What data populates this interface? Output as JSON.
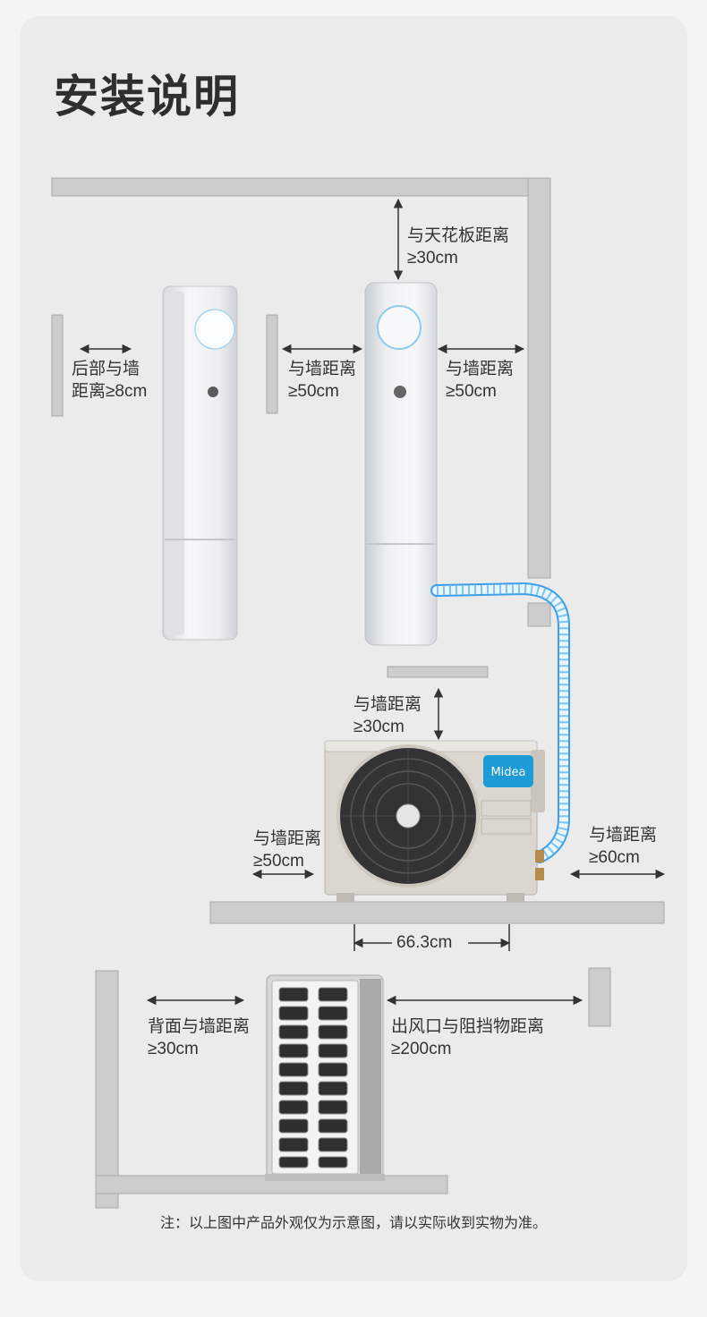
{
  "title": "安装说明",
  "indoor": {
    "rear_wall": {
      "line1": "后部与墙",
      "line2": "距离≥8cm"
    },
    "left_wall": {
      "line1": "与墙距离",
      "line2": "≥50cm"
    },
    "right_wall": {
      "line1": "与墙距离",
      "line2": "≥50cm"
    },
    "ceiling": {
      "line1": "与天花板距离",
      "line2": "≥30cm"
    }
  },
  "outdoor": {
    "top_wall": {
      "line1": "与墙距离",
      "line2": "≥30cm"
    },
    "left_wall": {
      "line1": "与墙距离",
      "line2": "≥50cm"
    },
    "right_wall": {
      "line1": "与墙距离",
      "line2": "≥60cm"
    },
    "width": "66.3cm",
    "brand": "Midea"
  },
  "top_view": {
    "back_wall": {
      "line1": "背面与墙距离",
      "line2": "≥30cm"
    },
    "outlet": {
      "line1": "出风口与阻挡物距离",
      "line2": "≥200cm"
    }
  },
  "note": "注：以上图中产品外观仅为示意图，请以实际收到实物为准。",
  "colors": {
    "brand_blue": "#1e9bd7",
    "pipe_blue": "#4aa8ee",
    "wall_gray": "#cdcdcd",
    "card_bg": "#ebebeb"
  }
}
